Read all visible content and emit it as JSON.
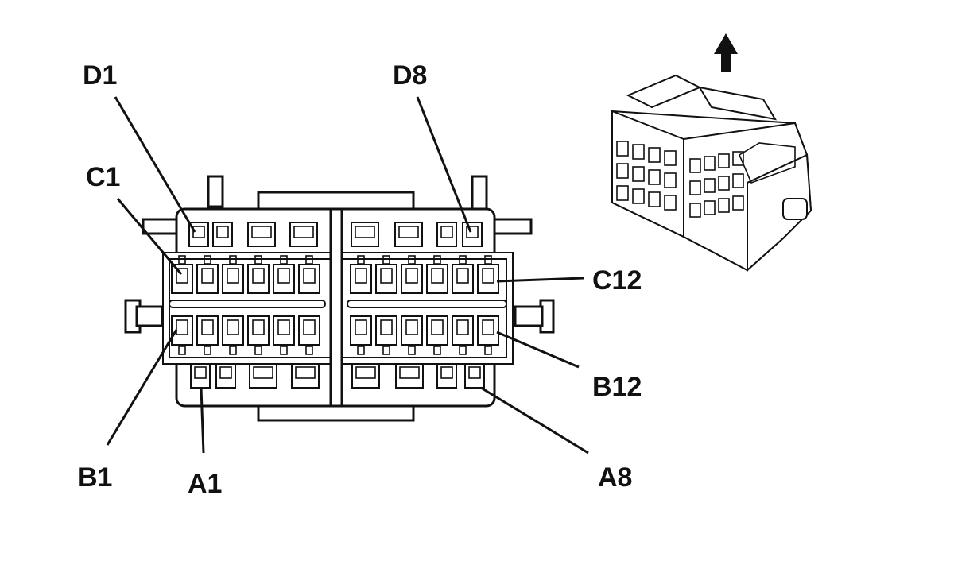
{
  "pin_labels": {
    "d1": "D1",
    "d8": "D8",
    "c1": "C1",
    "c12": "C12",
    "b1": "B1",
    "b12": "B12",
    "a1": "A1",
    "a8": "A8"
  },
  "icons": {
    "orientation_arrow": "up-arrow-icon",
    "connector_view": "connector-isometric-icon"
  },
  "layout_counts": {
    "d_row_pins": 8,
    "c_row_pins": 12,
    "b_row_pins": 12,
    "a_row_pins": 8
  }
}
